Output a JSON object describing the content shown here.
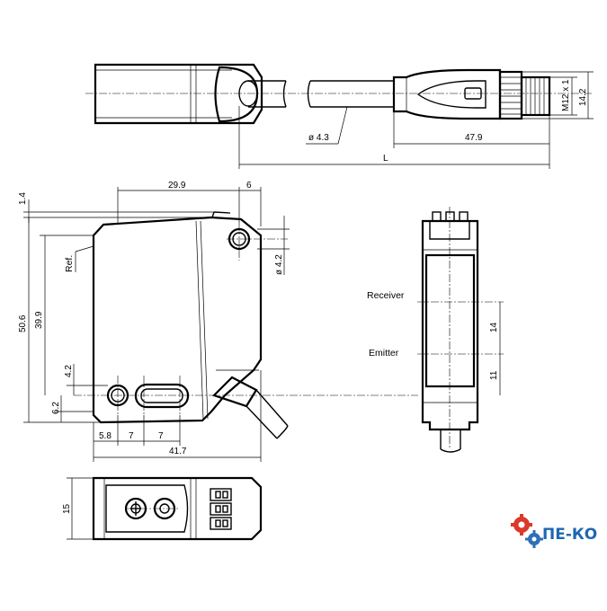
{
  "top_view": {
    "cable_diameter": "ø 4.3",
    "connector_length": "47.9",
    "total_length": "L",
    "thread": "M12 x 1",
    "connector_height": "14.2"
  },
  "front_view": {
    "width_top": "29.9",
    "offset_right": "6",
    "offset_top": "1.4",
    "height": "50.6",
    "height_inner": "39.9",
    "ref_label": "Ref.",
    "hole_diameter": "ø 4.2",
    "lens_offset_v": "4.2",
    "bottom_offset": "6.2",
    "hole_x": "5.8",
    "pitch_1": "7",
    "pitch_2": "7",
    "width": "41.7"
  },
  "side_view": {
    "receiver_label": "Receiver",
    "emitter_label": "Emitter",
    "receiver_dim": "14",
    "emitter_dim": "11"
  },
  "bottom_view": {
    "depth": "15"
  },
  "watermark": {
    "text": "ПЕ-КО",
    "colors": {
      "gear_a": "#d93a2b",
      "gear_b": "#2f6fb8",
      "text": "#1f67b1"
    }
  }
}
